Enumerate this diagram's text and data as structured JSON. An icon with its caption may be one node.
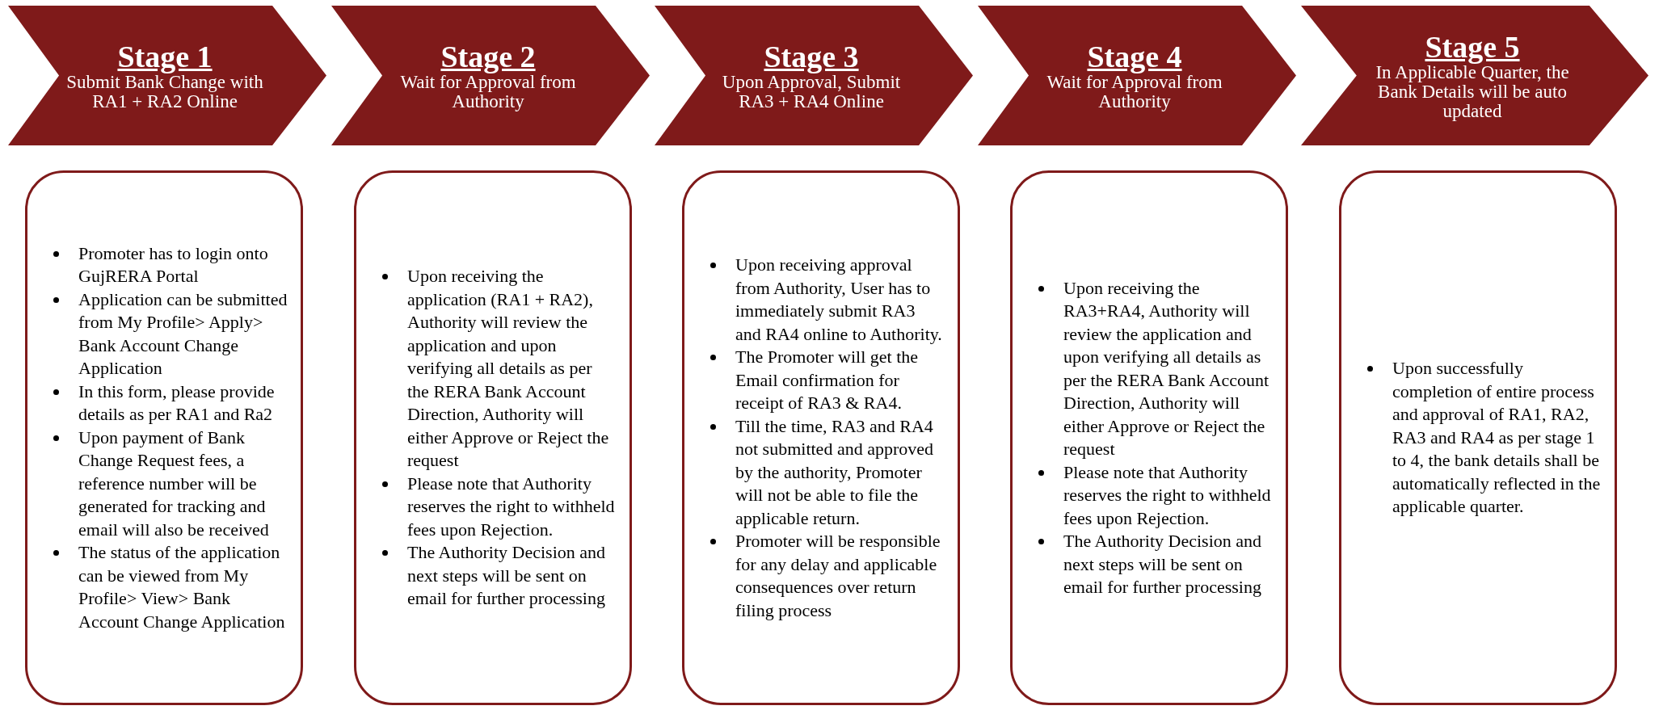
{
  "diagram": {
    "nodes": [
      {
        "text": [
          "Stage 1",
          "Submit Bank Change with RA1 + RA2 Online"
        ]
      },
      {
        "text": [
          "Stage 2",
          "Wait for Approval from Authority"
        ]
      },
      {
        "text": [
          "Stage 3",
          "Upon Approval, Submit RA3 + RA4 Online"
        ]
      },
      {
        "text": [
          "Stage 4",
          "Wait for Approval from Authority"
        ]
      },
      {
        "text": [
          "Stage 5",
          "In Applicable Quarter, the Bank Details will be auto updated"
        ]
      },
      {
        "text": [
          "Promoter has to login onto GujRERA Portal",
          "Application can be submitted from My Profile> Apply> Bank Account Change Application",
          "In this form, please provide details as per RA1 and Ra2",
          "Upon payment of Bank Change Request fees, a reference number will be generated for tracking and email will also be received",
          "The status of the application can be viewed from My Profile> View> Bank Account Change Application"
        ]
      },
      {
        "text": [
          "Upon receiving the application (RA1 + RA2), Authority will review the application and upon verifying all details as per the RERA Bank Account Direction, Authority will either Approve or Reject the request",
          "Please note that Authority reserves the right to withheld fees upon Rejection.",
          "The Authority Decision and next steps will be sent on email for further processing"
        ]
      },
      {
        "text": [
          "Upon receiving approval from Authority, User has to immediately submit RA3 and RA4 online to Authority.",
          "The Promoter will get the Email confirmation for receipt of RA3 & RA4.",
          "Till the time, RA3 and RA4 not submitted and approved by the authority, Promoter will not be able to file the applicable return.",
          "Promoter will be responsible for any delay and applicable consequences over return filing process"
        ]
      },
      {
        "text": [
          "Upon receiving the RA3+RA4, Authority will review the application and upon verifying all details as per the RERA Bank Account Direction, Authority will either Approve or Reject the request",
          "Please note that Authority reserves the right to withheld fees upon Rejection.",
          "The Authority Decision and next steps will be sent on email for further processing"
        ]
      },
      {
        "text": [
          "Upon successfully completion of entire process and approval of RA1, RA2, RA3 and RA4 as per stage 1 to 4, the bank details shall be automatically reflected in the applicable quarter."
        ]
      }
    ]
  }
}
